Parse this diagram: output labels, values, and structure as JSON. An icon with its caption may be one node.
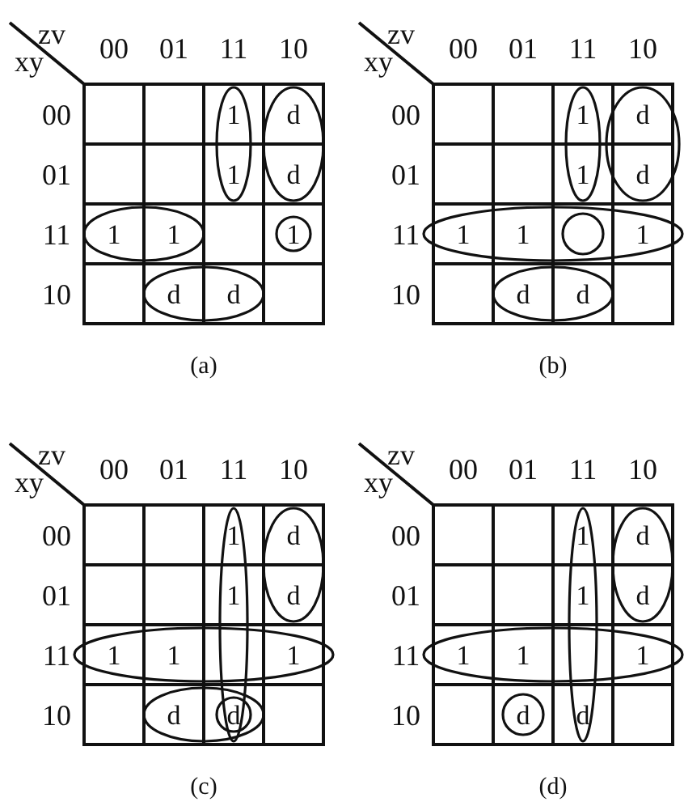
{
  "diagram": {
    "labels": [
      "zv",
      "00",
      "01",
      "11",
      "10",
      "xy",
      "00",
      "1",
      "d",
      "01",
      "1",
      "d",
      "11",
      "1",
      "1",
      "1",
      "10",
      "d",
      "d",
      "(a)",
      "zv",
      "00",
      "01",
      "11",
      "10",
      "xy",
      "00",
      "1",
      "d",
      "01",
      "1",
      "d",
      "11",
      "1",
      "1",
      "1",
      "10",
      "d",
      "d",
      "(b)",
      "zv",
      "00",
      "01",
      "11",
      "10",
      "xy",
      "00",
      "1",
      "d",
      "01",
      "1",
      "d",
      "11",
      "1",
      "1",
      "1",
      "10",
      "d",
      "d",
      "(c)",
      "zv",
      "00",
      "01",
      "11",
      "10",
      "xy",
      "00",
      "1",
      "d",
      "01",
      "1",
      "d",
      "11",
      "1",
      "1",
      "1",
      "10",
      "d",
      "d",
      "(d)"
    ]
  }
}
